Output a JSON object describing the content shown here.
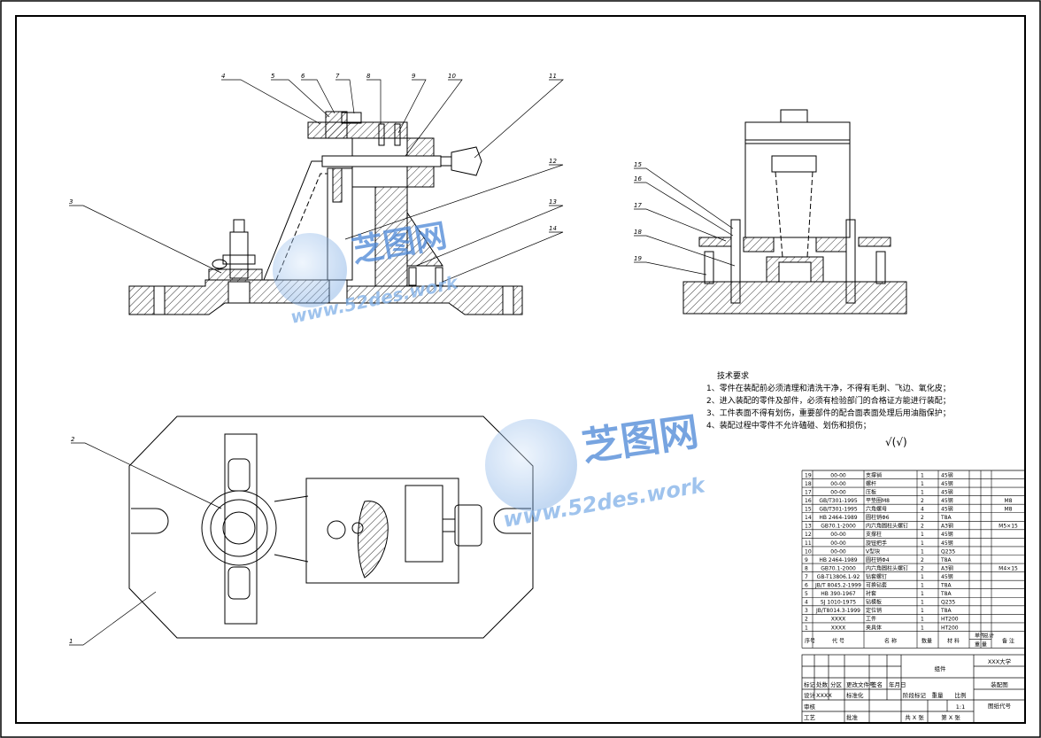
{
  "part_labels": {
    "front_view": [
      "4",
      "5",
      "6",
      "7",
      "8",
      "9",
      "10",
      "11",
      "3",
      "12",
      "13",
      "14"
    ],
    "side_view": [
      "15",
      "16",
      "17",
      "18",
      "19"
    ],
    "top_view": [
      "2",
      "1"
    ]
  },
  "technical_requirements": {
    "title": "技术要求",
    "items": [
      "1、零件在装配前必须清理和清洗干净，不得有毛刺、飞边、氧化皮；",
      "2、进入装配的零件及部件，必须有检验部门的合格证方能进行装配；",
      "3、工件表面不得有划伤，重要部件的配合面表面处理后用油脂保护；",
      "4、装配过程中零件不允许磕碰、划伤和损伤；"
    ],
    "roughness": "√(√)"
  },
  "bom": {
    "header": [
      "序号",
      "代  号",
      "名  称",
      "数量",
      "材  料",
      "单件",
      "总计",
      "备  注"
    ],
    "header_extra": "重  量",
    "rows": [
      [
        "19",
        "00-00",
        "支撑销",
        "1",
        "45钢",
        ""
      ],
      [
        "18",
        "00-00",
        "螺杆",
        "1",
        "45钢",
        ""
      ],
      [
        "17",
        "00-00",
        "压板",
        "1",
        "45钢",
        ""
      ],
      [
        "16",
        "GB/T301-1995",
        "平垫圈M8",
        "2",
        "45钢",
        "M8"
      ],
      [
        "15",
        "GB/T301-1995",
        "六角螺母",
        "4",
        "45钢",
        "M8"
      ],
      [
        "14",
        "HB 2464-1989",
        "圆柱销Φ6",
        "2",
        "T8A",
        ""
      ],
      [
        "13",
        "GB70.1-2000",
        "内六角圆柱头螺钉",
        "2",
        "A3钢",
        "M5×15"
      ],
      [
        "12",
        "00-00",
        "支撑柱",
        "1",
        "45钢",
        ""
      ],
      [
        "11",
        "00-00",
        "旋钮把手",
        "1",
        "45钢",
        ""
      ],
      [
        "10",
        "00-00",
        "V型块",
        "1",
        "Q235",
        ""
      ],
      [
        "9",
        "HB 2464-1989",
        "圆柱销Φ4",
        "2",
        "T8A",
        ""
      ],
      [
        "8",
        "GB70.1-2000",
        "内六角圆柱头螺钉",
        "2",
        "A3钢",
        "M4×15"
      ],
      [
        "7",
        "GB-T13806.1-92",
        "钻套螺钉",
        "1",
        "45钢",
        ""
      ],
      [
        "6",
        "JB/T 8045.2-1999",
        "可换钻套",
        "1",
        "T8A",
        ""
      ],
      [
        "5",
        "HB 390-1967",
        "衬套",
        "1",
        "T8A",
        ""
      ],
      [
        "4",
        "SJ 1010-1975",
        "钻模板",
        "1",
        "Q235",
        ""
      ],
      [
        "3",
        "JB/T8014.3-1999",
        "定位销",
        "1",
        "T8A",
        ""
      ],
      [
        "2",
        "XXXX",
        "工件",
        "1",
        "HT200",
        ""
      ],
      [
        "1",
        "XXXX",
        "夹具体",
        "1",
        "HT200",
        ""
      ]
    ]
  },
  "title_block": {
    "group": "组件",
    "school": "XXX大学",
    "drawing_name": "装配图",
    "drawing_no": "图纸代号",
    "scale": "1:1",
    "stage_mark": "阶段标记",
    "weight": "重量",
    "ratio": "比例",
    "sheets": "共 X 张",
    "sheet_no": "第 X 张",
    "row_labels": [
      "标记",
      "处数",
      "分区",
      "更改文件号",
      "签名",
      "年月日"
    ],
    "design": "设计",
    "design_name": "XXXX",
    "standardize": "标准化",
    "review": "审核",
    "process": "工艺",
    "approve": "批准"
  },
  "watermark": {
    "brand_text": "芝图网",
    "url_text": "www.52des.work"
  }
}
